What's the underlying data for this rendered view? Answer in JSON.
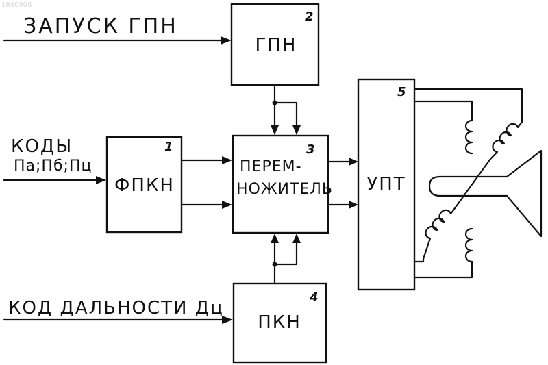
{
  "watermark": "1840906",
  "inputs": {
    "launch": "ЗАПУСК ГПН",
    "codes_title": "КОДЫ",
    "codes_list": "Па;Пб;Пц",
    "range_code": "КОД ДАЛЬНОСТИ Дц"
  },
  "blocks": {
    "gpn": {
      "label": "ГПН",
      "number": "2"
    },
    "fpkn": {
      "label": "ФПКН",
      "number": "1"
    },
    "multiplier": {
      "label_line1": "ПЕРЕМ-",
      "label_line2": "НОЖИТЕЛЬ",
      "number": "3"
    },
    "pkn": {
      "label": "ПКН",
      "number": "4"
    },
    "upt": {
      "label": "УПТ",
      "number": "5"
    }
  }
}
